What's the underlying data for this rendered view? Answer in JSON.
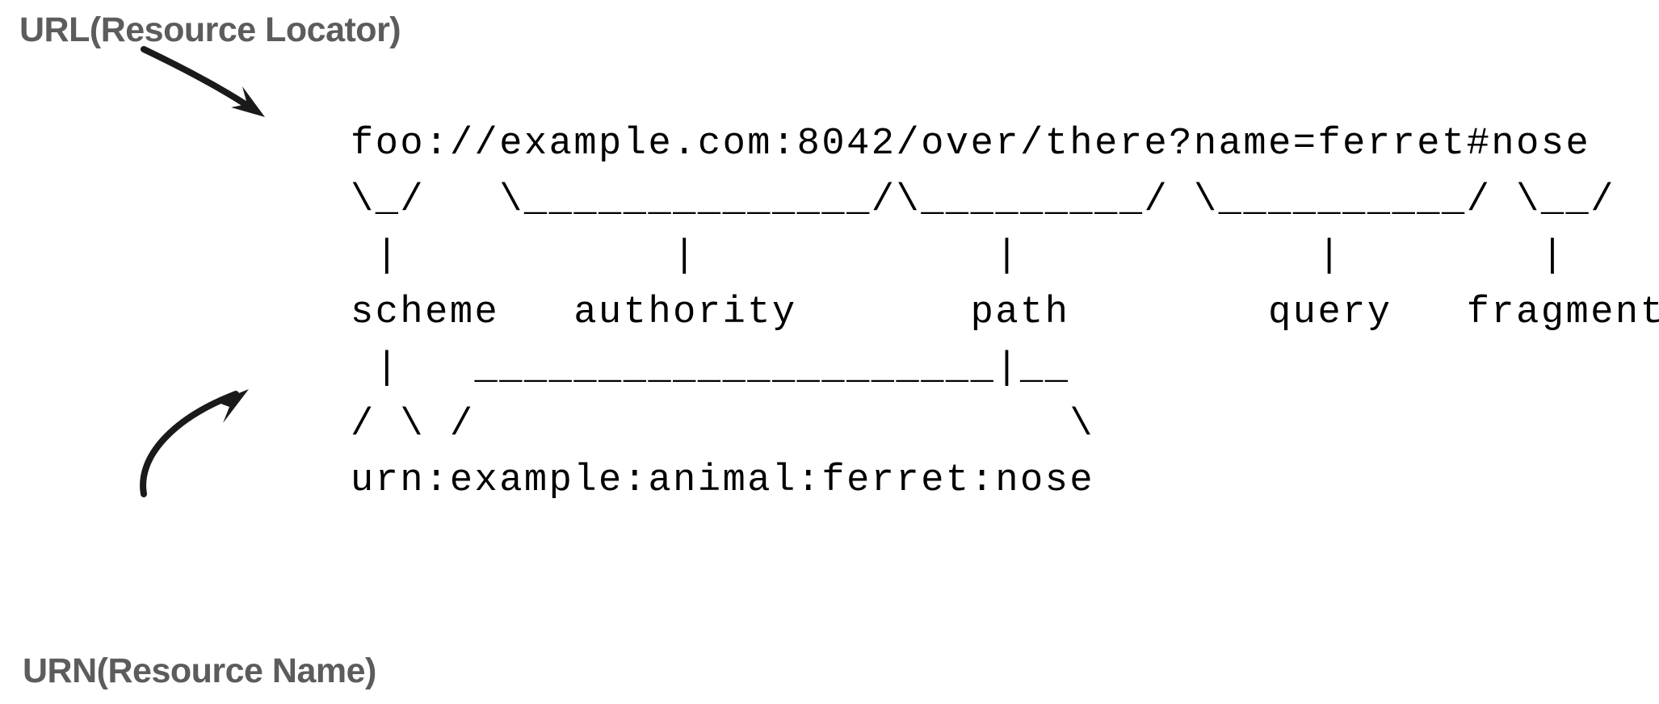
{
  "page": {
    "title": "URI syntax components diagram",
    "background_color": "#ffffff",
    "annotation_color": "#5c5c5c",
    "art_color": "#000000"
  },
  "annotations": [
    {
      "id": "url",
      "label": "URL(Resource Locator)",
      "icon": "curved-arrow-down-right-icon",
      "points_to": "foo://example.com:8042/over/there?name=ferret#nose"
    },
    {
      "id": "urn",
      "label": "URN(Resource Name)",
      "icon": "curved-arrow-up-right-icon",
      "points_to": "urn:example:animal:ferret:nose"
    }
  ],
  "uri": {
    "url_example": "foo://example.com:8042/over/there?name=ferret#nose",
    "urn_example": "urn:example:animal:ferret:nose",
    "component_labels": [
      "scheme",
      "authority",
      "path",
      "query",
      "fragment"
    ],
    "components": [
      {
        "name": "scheme",
        "value": "foo"
      },
      {
        "name": "authority",
        "value": "example.com:8042"
      },
      {
        "name": "path",
        "value": "/over/there"
      },
      {
        "name": "query",
        "value": "name=ferret"
      },
      {
        "name": "fragment",
        "value": "nose"
      }
    ],
    "ascii_art": "foo://example.com:8042/over/there?name=ferret#nose\n\\_/   \\______________/\\_________/ \\__________/ \\__/\n |           |            |            |        |\nscheme   authority       path        query   fragment\n |   _____________________|__\n/ \\ /                        \\\nurn:example:animal:ferret:nose"
  }
}
